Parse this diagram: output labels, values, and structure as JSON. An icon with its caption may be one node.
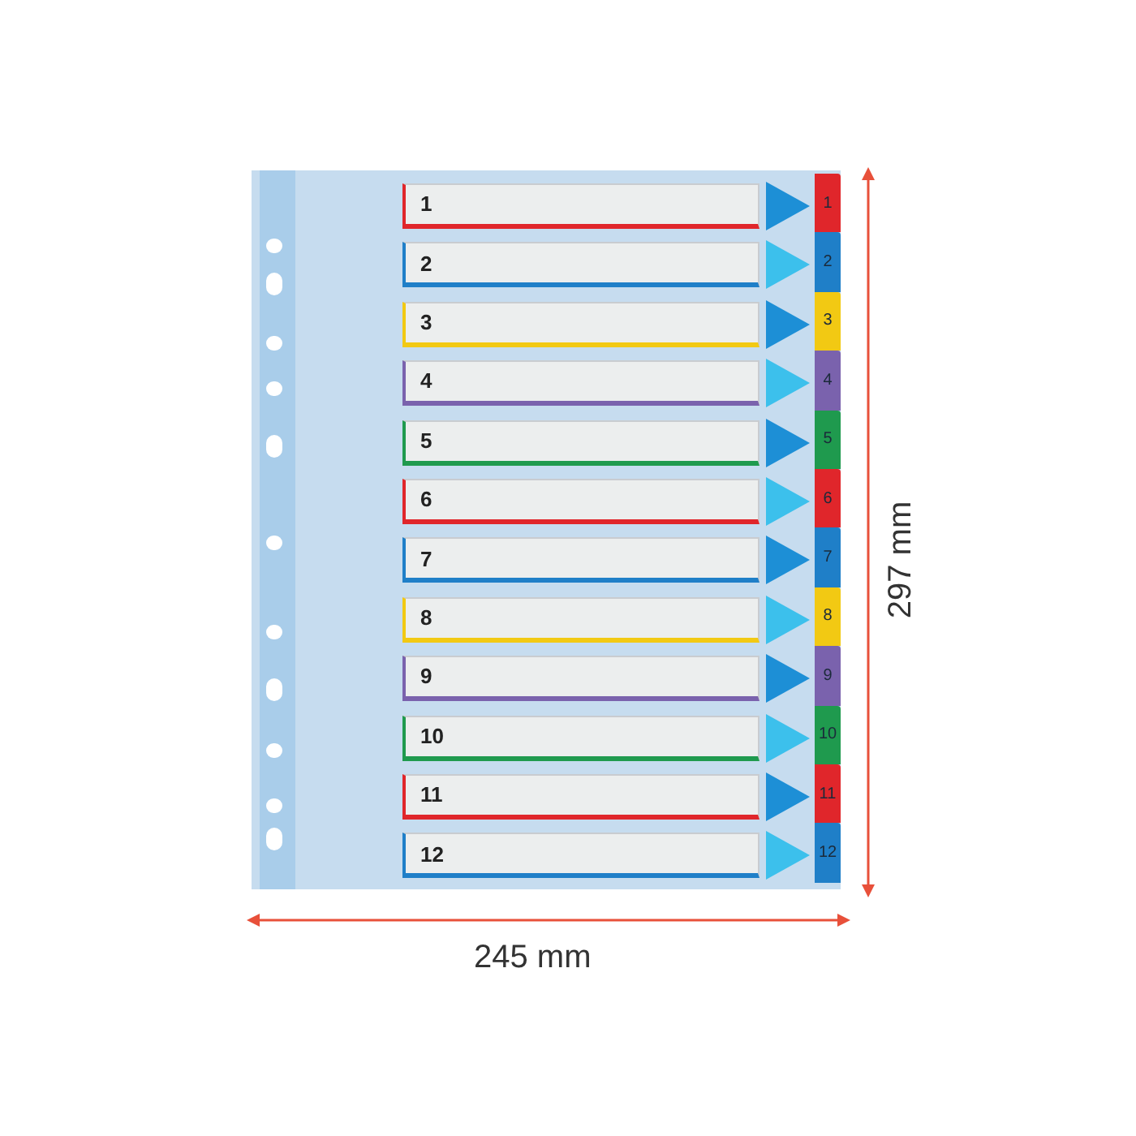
{
  "diagram": {
    "nodes": [
      {
        "text": [
          "1"
        ]
      },
      {
        "text": [
          "2"
        ]
      },
      {
        "text": [
          "3"
        ]
      },
      {
        "text": [
          "4"
        ]
      },
      {
        "text": [
          "5"
        ]
      },
      {
        "text": [
          "6"
        ]
      },
      {
        "text": [
          "7"
        ]
      },
      {
        "text": [
          "8"
        ]
      },
      {
        "text": [
          "9"
        ]
      },
      {
        "text": [
          "10"
        ]
      },
      {
        "text": [
          "11"
        ]
      },
      {
        "text": [
          "12"
        ]
      },
      {
        "text": [
          "1"
        ]
      },
      {
        "text": [
          "2"
        ]
      },
      {
        "text": [
          "3"
        ]
      },
      {
        "text": [
          "4"
        ]
      },
      {
        "text": [
          "5"
        ]
      },
      {
        "text": [
          "6"
        ]
      },
      {
        "text": [
          "7"
        ]
      },
      {
        "text": [
          "8"
        ]
      },
      {
        "text": [
          "9"
        ]
      },
      {
        "text": [
          "10"
        ]
      },
      {
        "text": [
          "11"
        ]
      },
      {
        "text": [
          "12"
        ]
      }
    ],
    "labels": [
      "245 mm",
      "297 mm"
    ]
  }
}
